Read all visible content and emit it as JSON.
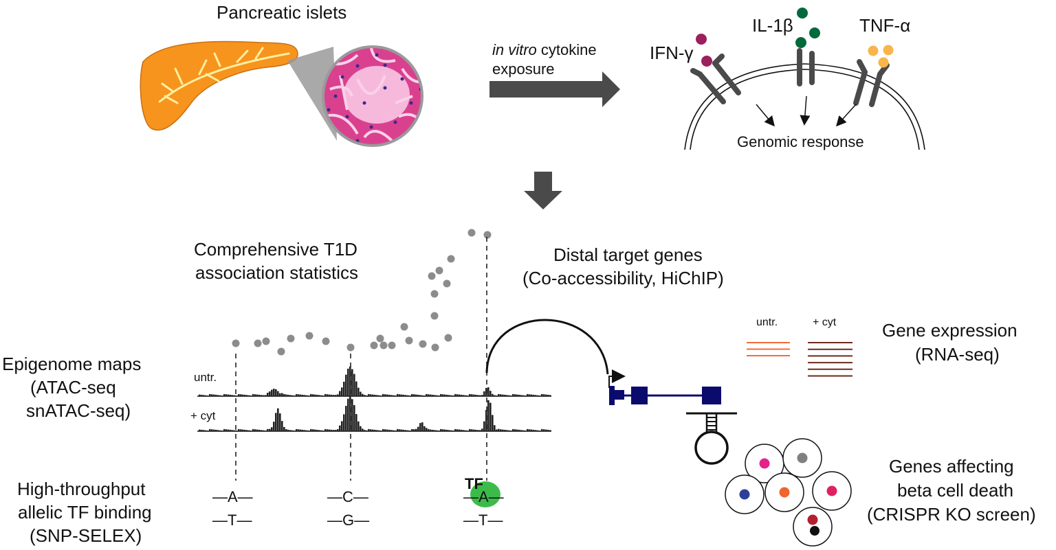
{
  "top": {
    "islets_label": "Pancreatic islets",
    "exposure_italic": "in vitro",
    "exposure_rest": " cytokine",
    "exposure_line2": "exposure",
    "cytokines": [
      {
        "name": "IFN-γ",
        "color": "#9c1f5e"
      },
      {
        "name": "IL-1β",
        "color": "#006a3d"
      },
      {
        "name": "TNF-α",
        "color": "#f9b44a"
      }
    ],
    "genomic_response": "Genomic response"
  },
  "left_labels": {
    "epigenome": [
      "Epigenome maps",
      "(ATAC-seq",
      "snATAC-seq)"
    ],
    "tf_binding": [
      "High-throughput",
      "allelic TF binding",
      "(SNP-SELEX)"
    ]
  },
  "association": {
    "label_lines": [
      "Comprehensive T1D",
      "association statistics"
    ]
  },
  "tracks": {
    "untreated_label": "untr.",
    "cytokine_label": "+ cyt"
  },
  "distal": {
    "label_lines": [
      "Distal target genes",
      "(Co-accessibility, HiChIP)"
    ]
  },
  "expression": {
    "untr_label": "untr.",
    "cyt_label": "+ cyt",
    "label_lines": [
      "Gene expression",
      "(RNA-seq)"
    ],
    "untr_color": "#f26b3a",
    "cyt_color": "#6b2a1a"
  },
  "snps": [
    {
      "top": "—A—",
      "bottom": "—T—"
    },
    {
      "top": "—C—",
      "bottom": "—G—"
    },
    {
      "top": "—A—",
      "bottom": "—T—"
    }
  ],
  "tf": {
    "label": "TF",
    "color": "#3dbb4a"
  },
  "crispr": {
    "label_lines": [
      "Genes affecting",
      "beta cell death",
      "(CRISPR KO screen)"
    ],
    "cell_colors": [
      "#e6218a",
      "#808080",
      "#2e3f96",
      "#f0642d",
      "#e0215f",
      "#b4202e"
    ]
  },
  "colors": {
    "pancreas": "#f7941d",
    "vessel": "#fdf0a0",
    "islet_outer": "#d9418f",
    "islet_inner": "#f6b9dc",
    "arrow": "#4a4a4a",
    "gene_model": "#0b0b6e",
    "dots": "#8c8c8c"
  }
}
